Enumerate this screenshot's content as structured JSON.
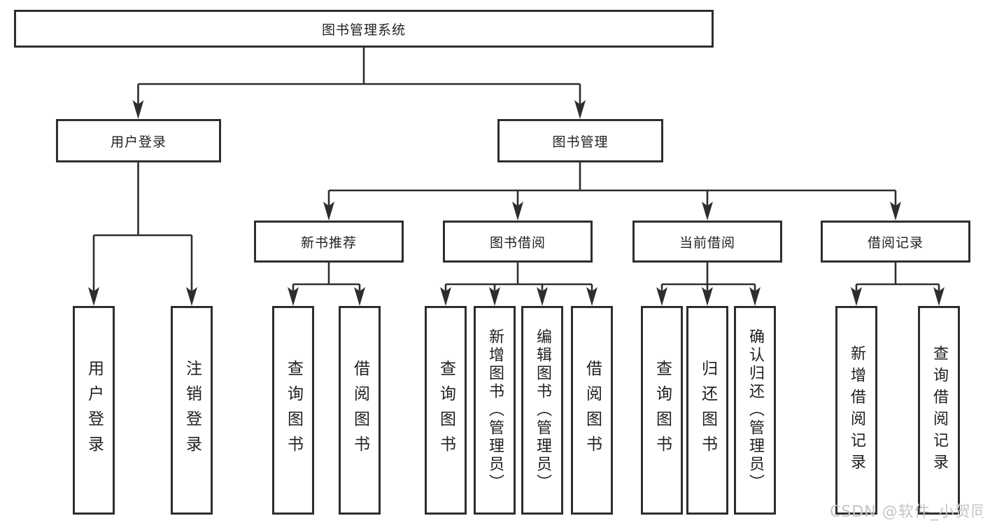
{
  "watermark": {
    "text": "CSDN @软件_小贺同学"
  },
  "colors": {
    "line": "#2e2e2e",
    "box_border": "#2e2e2e",
    "text": "#1f1f1f",
    "background": "#ffffff",
    "watermark": "#c5c5c5"
  },
  "diagram": {
    "root": {
      "label": "图书管理系统"
    },
    "branches": [
      {
        "label": "用户登录",
        "children": [
          {
            "label": "用户登录"
          },
          {
            "label": "注销登录"
          }
        ]
      },
      {
        "label": "图书管理",
        "children": [
          {
            "label": "新书推荐",
            "children": [
              {
                "label": "查询图书"
              },
              {
                "label": "借阅图书"
              }
            ]
          },
          {
            "label": "图书借阅",
            "children": [
              {
                "label": "查询图书"
              },
              {
                "label": "新增图书（管理员）"
              },
              {
                "label": "编辑图书（管理员）"
              },
              {
                "label": "借阅图书"
              }
            ]
          },
          {
            "label": "当前借阅",
            "children": [
              {
                "label": "查询图书"
              },
              {
                "label": "归还图书"
              },
              {
                "label": "确认归还（管理员）"
              }
            ]
          },
          {
            "label": "借阅记录",
            "children": [
              {
                "label": "新增借阅记录"
              },
              {
                "label": "查询借阅记录"
              }
            ]
          }
        ]
      }
    ]
  }
}
